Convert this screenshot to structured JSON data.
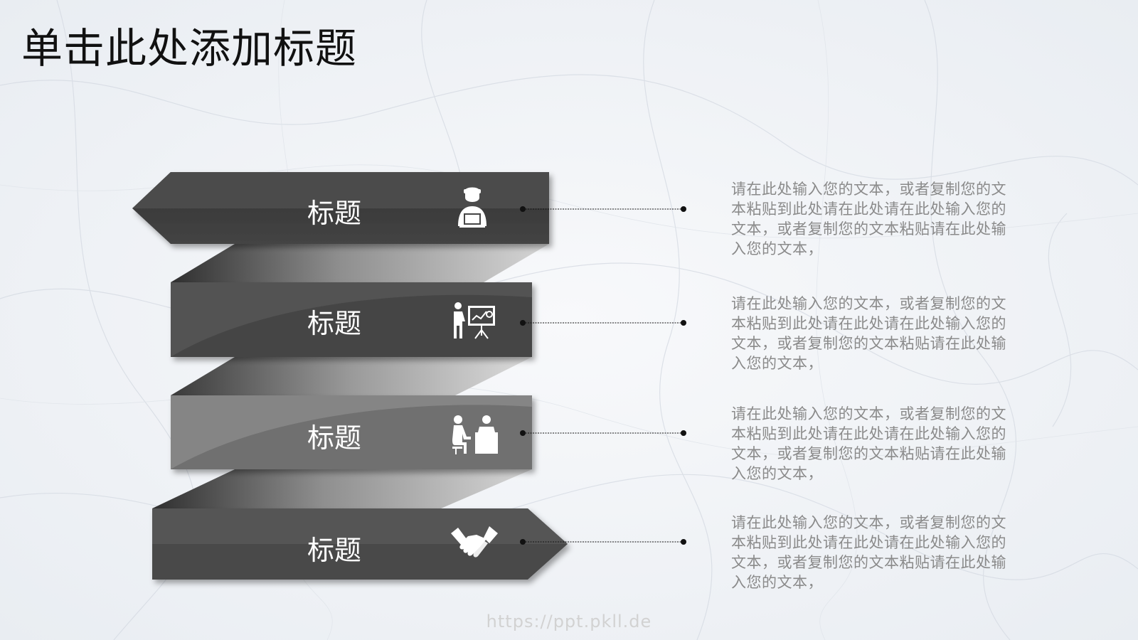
{
  "slide": {
    "title": "单击此处添加标题",
    "watermark": "https://ppt.pkll.de"
  },
  "items": [
    {
      "label": "标题",
      "icon": "business-person-laptop-icon",
      "text": "请在此处输入您的文本，或者复制您的文本粘贴到此处请在此处请在此处输入您的文本，或者复制您的文本粘贴请在此处输入您的文本，"
    },
    {
      "label": "标题",
      "icon": "presentation-board-icon",
      "text": "请在此处输入您的文本，或者复制您的文本粘贴到此处请在此处请在此处输入您的文本，或者复制您的文本粘贴请在此处输入您的文本，"
    },
    {
      "label": "标题",
      "icon": "desk-meeting-icon",
      "text": "请在此处输入您的文本，或者复制您的文本粘贴到此处请在此处请在此处输入您的文本，或者复制您的文本粘贴请在此处输入您的文本，"
    },
    {
      "label": "标题",
      "icon": "handshake-icon",
      "text": "请在此处输入您的文本，或者复制您的文本粘贴到此处请在此处请在此处输入您的文本，或者复制您的文本粘贴请在此处输入您的文本，"
    }
  ],
  "colors": {
    "band_dark": "#454545",
    "band_mid": "#4d4d4d",
    "band_light": "#7a7a7a",
    "band_darkest": "#505050",
    "description_text": "#8a8a8a",
    "connector": "#111111"
  }
}
